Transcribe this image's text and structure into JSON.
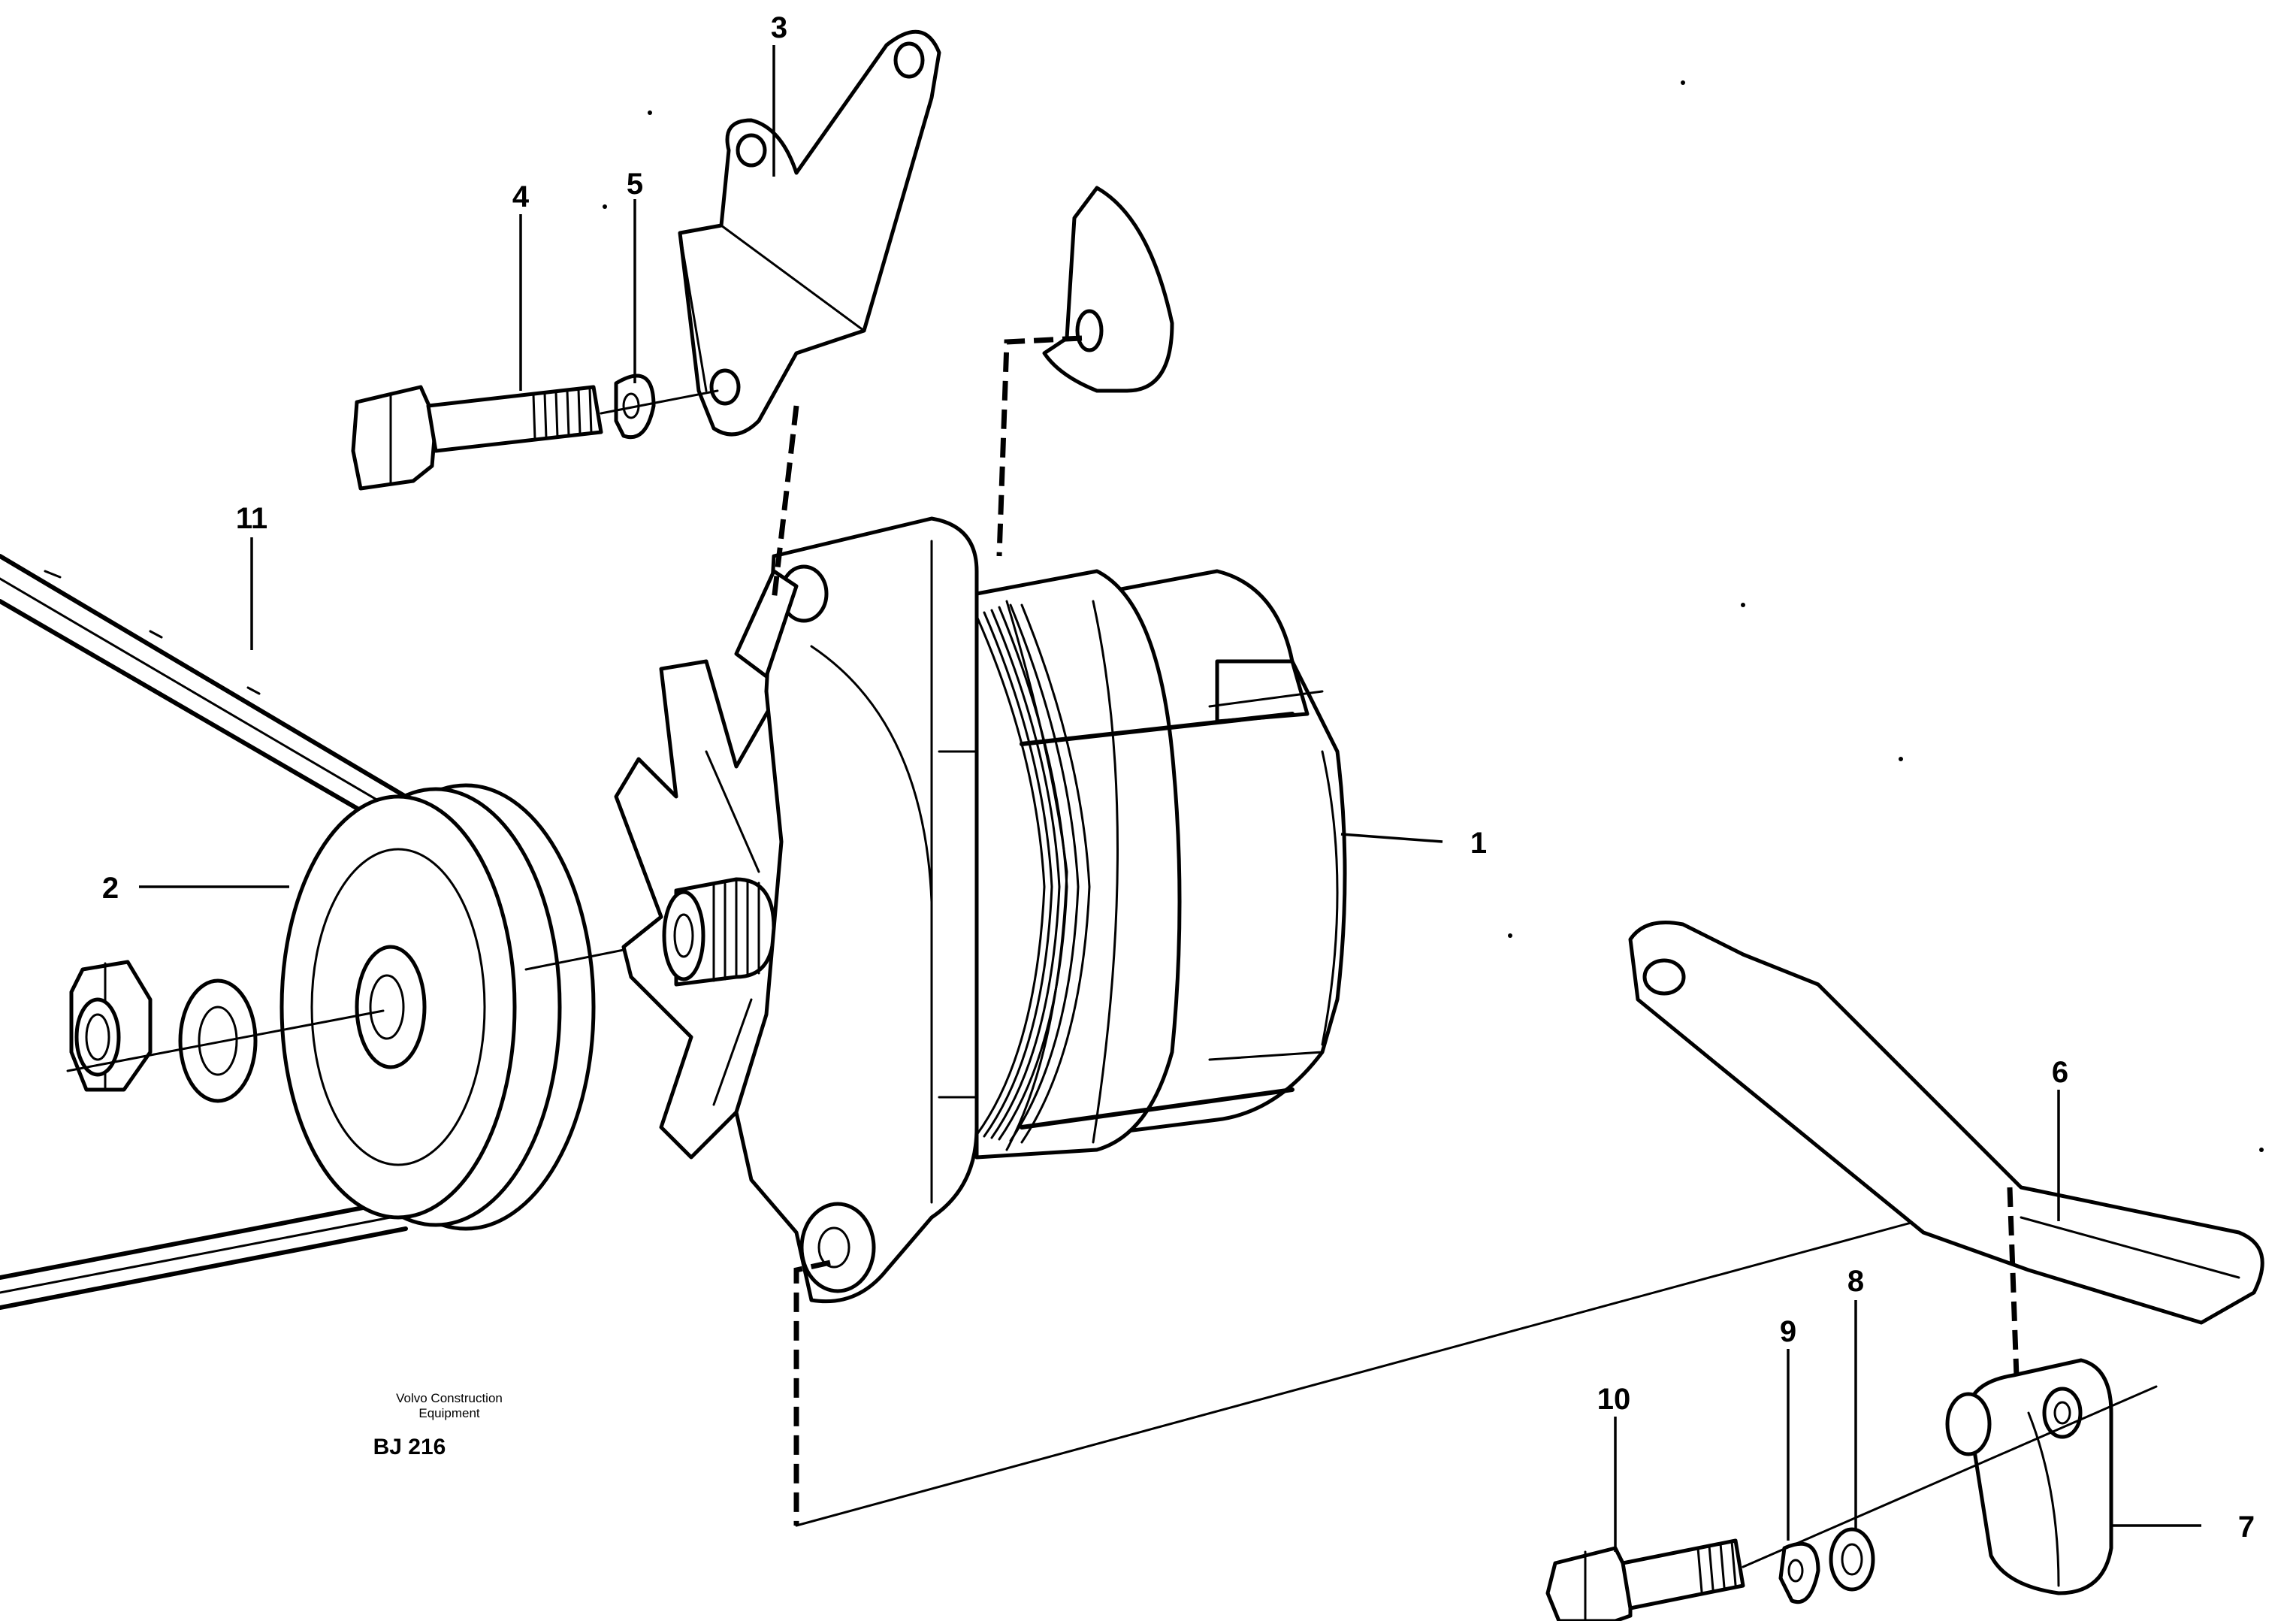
{
  "labels": {
    "l1": "1",
    "l2": "2",
    "l3": "3",
    "l4": "4",
    "l5": "5",
    "l6": "6",
    "l7": "7",
    "l8": "8",
    "l9": "9",
    "l10": "10",
    "l11": "11"
  },
  "caption": {
    "line1": "Volvo Construction",
    "line2": "Equipment",
    "code": "BJ 216"
  },
  "colors": {
    "ink": "#000000",
    "paper": "#ffffff"
  }
}
